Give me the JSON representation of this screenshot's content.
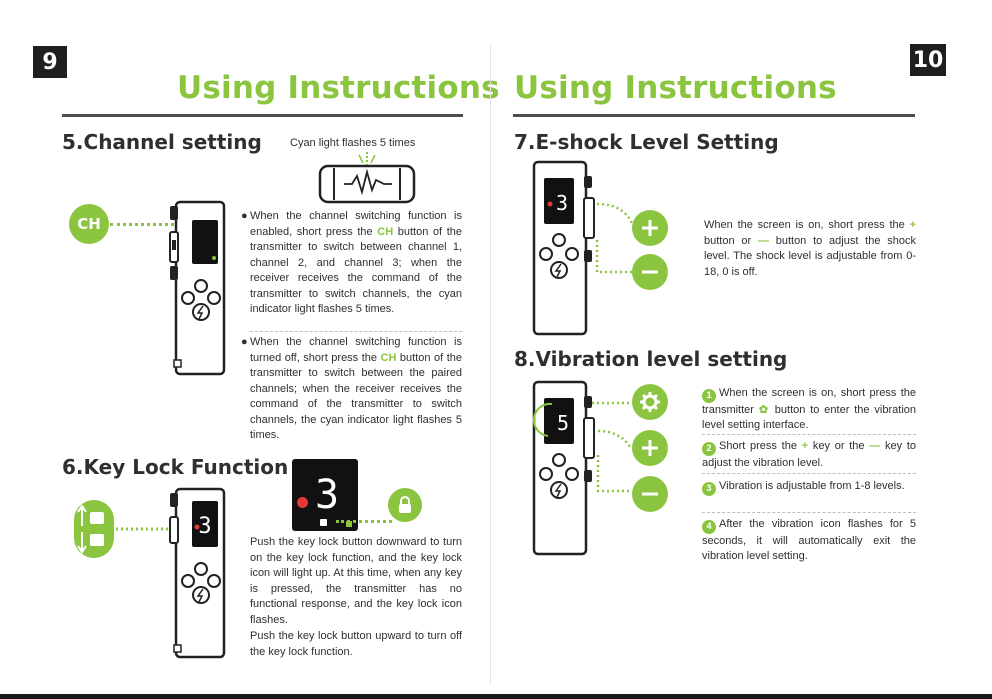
{
  "left_page": {
    "page_number": "9",
    "title": "Using Instructions",
    "channel": {
      "heading": "5.Channel setting",
      "caption": "Cyan light flashes 5 times",
      "ch_badge": "CH",
      "para1": {
        "pre": "When the channel switching function is enabled, short press the ",
        "highlight": "CH",
        "post": " button of the transmitter to switch between channel 1, channel 2, and channel 3; when the receiver receives the command of the transmitter to switch channels, the cyan indicator light flashes 5 times."
      },
      "para2": {
        "pre": "When the channel switching function is turned off, short press the ",
        "highlight": "CH",
        "post": " button of the transmitter to switch between the paired channels; when the receiver receives the command of the transmitter to switch channels, the cyan indicator light flashes 5 times."
      }
    },
    "keylock": {
      "heading": "6.Key Lock Function",
      "screen_digit": "3",
      "para1": "Push the key lock button downward to turn on the key lock function, and the key lock icon will light up. At this time, when any key is pressed, the transmitter has no functional response, and the key lock icon flashes.",
      "para2": "Push the key lock button upward to turn off the key lock function."
    }
  },
  "right_page": {
    "page_number": "10",
    "title": "Using Instructions",
    "eshock": {
      "heading": "7.E-shock Level Setting",
      "screen_digit": "3",
      "text_pre": "When the screen is on, short press the ",
      "plus_label": "+",
      "text_mid1": " button or ",
      "minus_label": "—",
      "text_post": " button to adjust the shock level. The shock level is adjustable from 0-18, 0 is off."
    },
    "vibration": {
      "heading": "8.Vibration level setting",
      "screen_digit": "5",
      "steps": [
        {
          "num": "1",
          "pre": "When the screen is on, short press the transmitter ",
          "post": " button to enter the vibration level setting interface."
        },
        {
          "num": "2",
          "pre": "Short press the ",
          "mid": " key or the ",
          "post": " key to adjust the vibration level."
        },
        {
          "num": "3",
          "text": "Vibration is adjustable from 1-8 levels."
        },
        {
          "num": "4",
          "text": "After the vibration icon flashes for 5 seconds, it will automatically exit the vibration level setting."
        }
      ]
    }
  },
  "colors": {
    "accent": "#8bc53f",
    "dark": "#1f1f1f",
    "text": "#2f2f2f"
  }
}
